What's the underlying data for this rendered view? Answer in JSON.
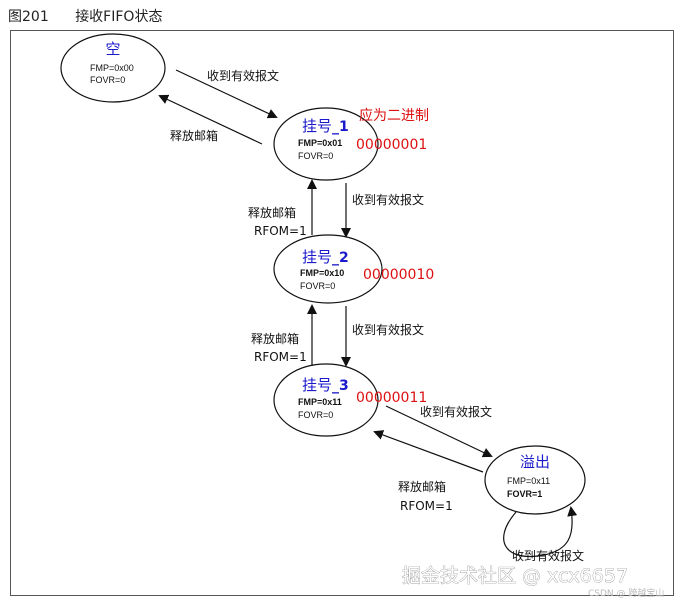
{
  "caption": {
    "figure": "图201",
    "title": "接收FIFO状态"
  },
  "states": {
    "empty": {
      "title": "空",
      "fmp": "FMP=0x00",
      "fovr": "FOVR=0"
    },
    "pending1": {
      "title": "挂号",
      "suffix": "_1",
      "fmp": "FMP=0x01",
      "fovr": "FOVR=0",
      "binary": "00000001"
    },
    "pending2": {
      "title": "挂号",
      "suffix": "_2",
      "fmp": "FMP=0x10",
      "fovr": "FOVR=0",
      "binary": "00000010"
    },
    "pending3": {
      "title": "挂号",
      "suffix": "_3",
      "fmp": "FMP=0x11",
      "fovr": "FOVR=0",
      "binary": "00000011"
    },
    "overflow": {
      "title": "溢出",
      "fmp": "FMP=0x11",
      "fovr": "FOVR=1"
    }
  },
  "labels": {
    "receive": "收到有效报文",
    "release": "释放邮箱",
    "rfom": "RFOM=1"
  },
  "annotation": {
    "note": "应为二进制"
  },
  "watermark": {
    "main": "掘金技术社区 @ xcx6657",
    "small": "CSDN @ 跨越宝山"
  }
}
